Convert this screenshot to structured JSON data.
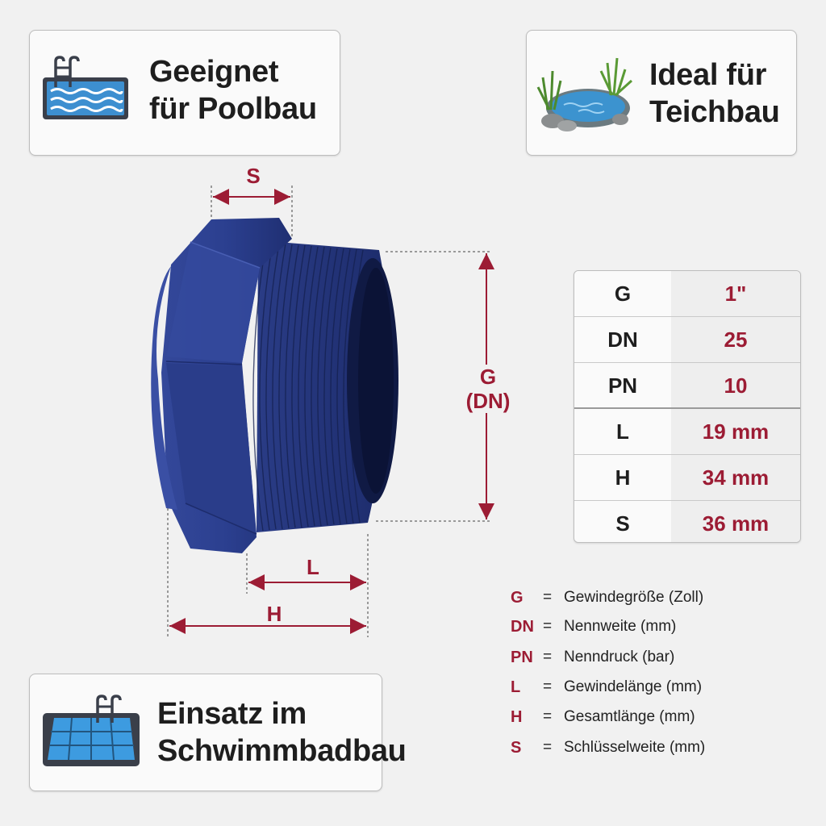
{
  "badges": {
    "pool": {
      "line1": "Geeignet",
      "line2": "für Poolbau",
      "icon": "pool-ladder-icon"
    },
    "pond": {
      "line1": "Ideal für",
      "line2": "Teichbau",
      "icon": "pond-icon"
    },
    "swim": {
      "line1": "Einsatz im",
      "line2": "Schwimmbadbau",
      "icon": "swimming-pool-icon"
    }
  },
  "dimensions": {
    "s": "S",
    "g": "G",
    "dn": "(DN)",
    "l": "L",
    "h": "H"
  },
  "specs": [
    {
      "key": "G",
      "value": "1\""
    },
    {
      "key": "DN",
      "value": "25"
    },
    {
      "key": "PN",
      "value": "10"
    },
    {
      "key": "L",
      "value": "19 mm"
    },
    {
      "key": "H",
      "value": "34 mm"
    },
    {
      "key": "S",
      "value": "36 mm"
    }
  ],
  "legend": [
    {
      "code": "G",
      "eq": "=",
      "desc": "Gewindegröße (Zoll)"
    },
    {
      "code": "DN",
      "eq": "=",
      "desc": "Nennweite (mm)"
    },
    {
      "code": "PN",
      "eq": "=",
      "desc": "Nenndruck (bar)"
    },
    {
      "code": "L",
      "eq": "=",
      "desc": "Gewindelänge (mm)"
    },
    {
      "code": "H",
      "eq": "=",
      "desc": "Gesamtlänge (mm)"
    },
    {
      "code": "S",
      "eq": "=",
      "desc": "Schlüsselweite (mm)"
    }
  ],
  "colors": {
    "accent": "#9c1c34",
    "part": "#2b3f8f",
    "background": "#f1f1f1"
  }
}
